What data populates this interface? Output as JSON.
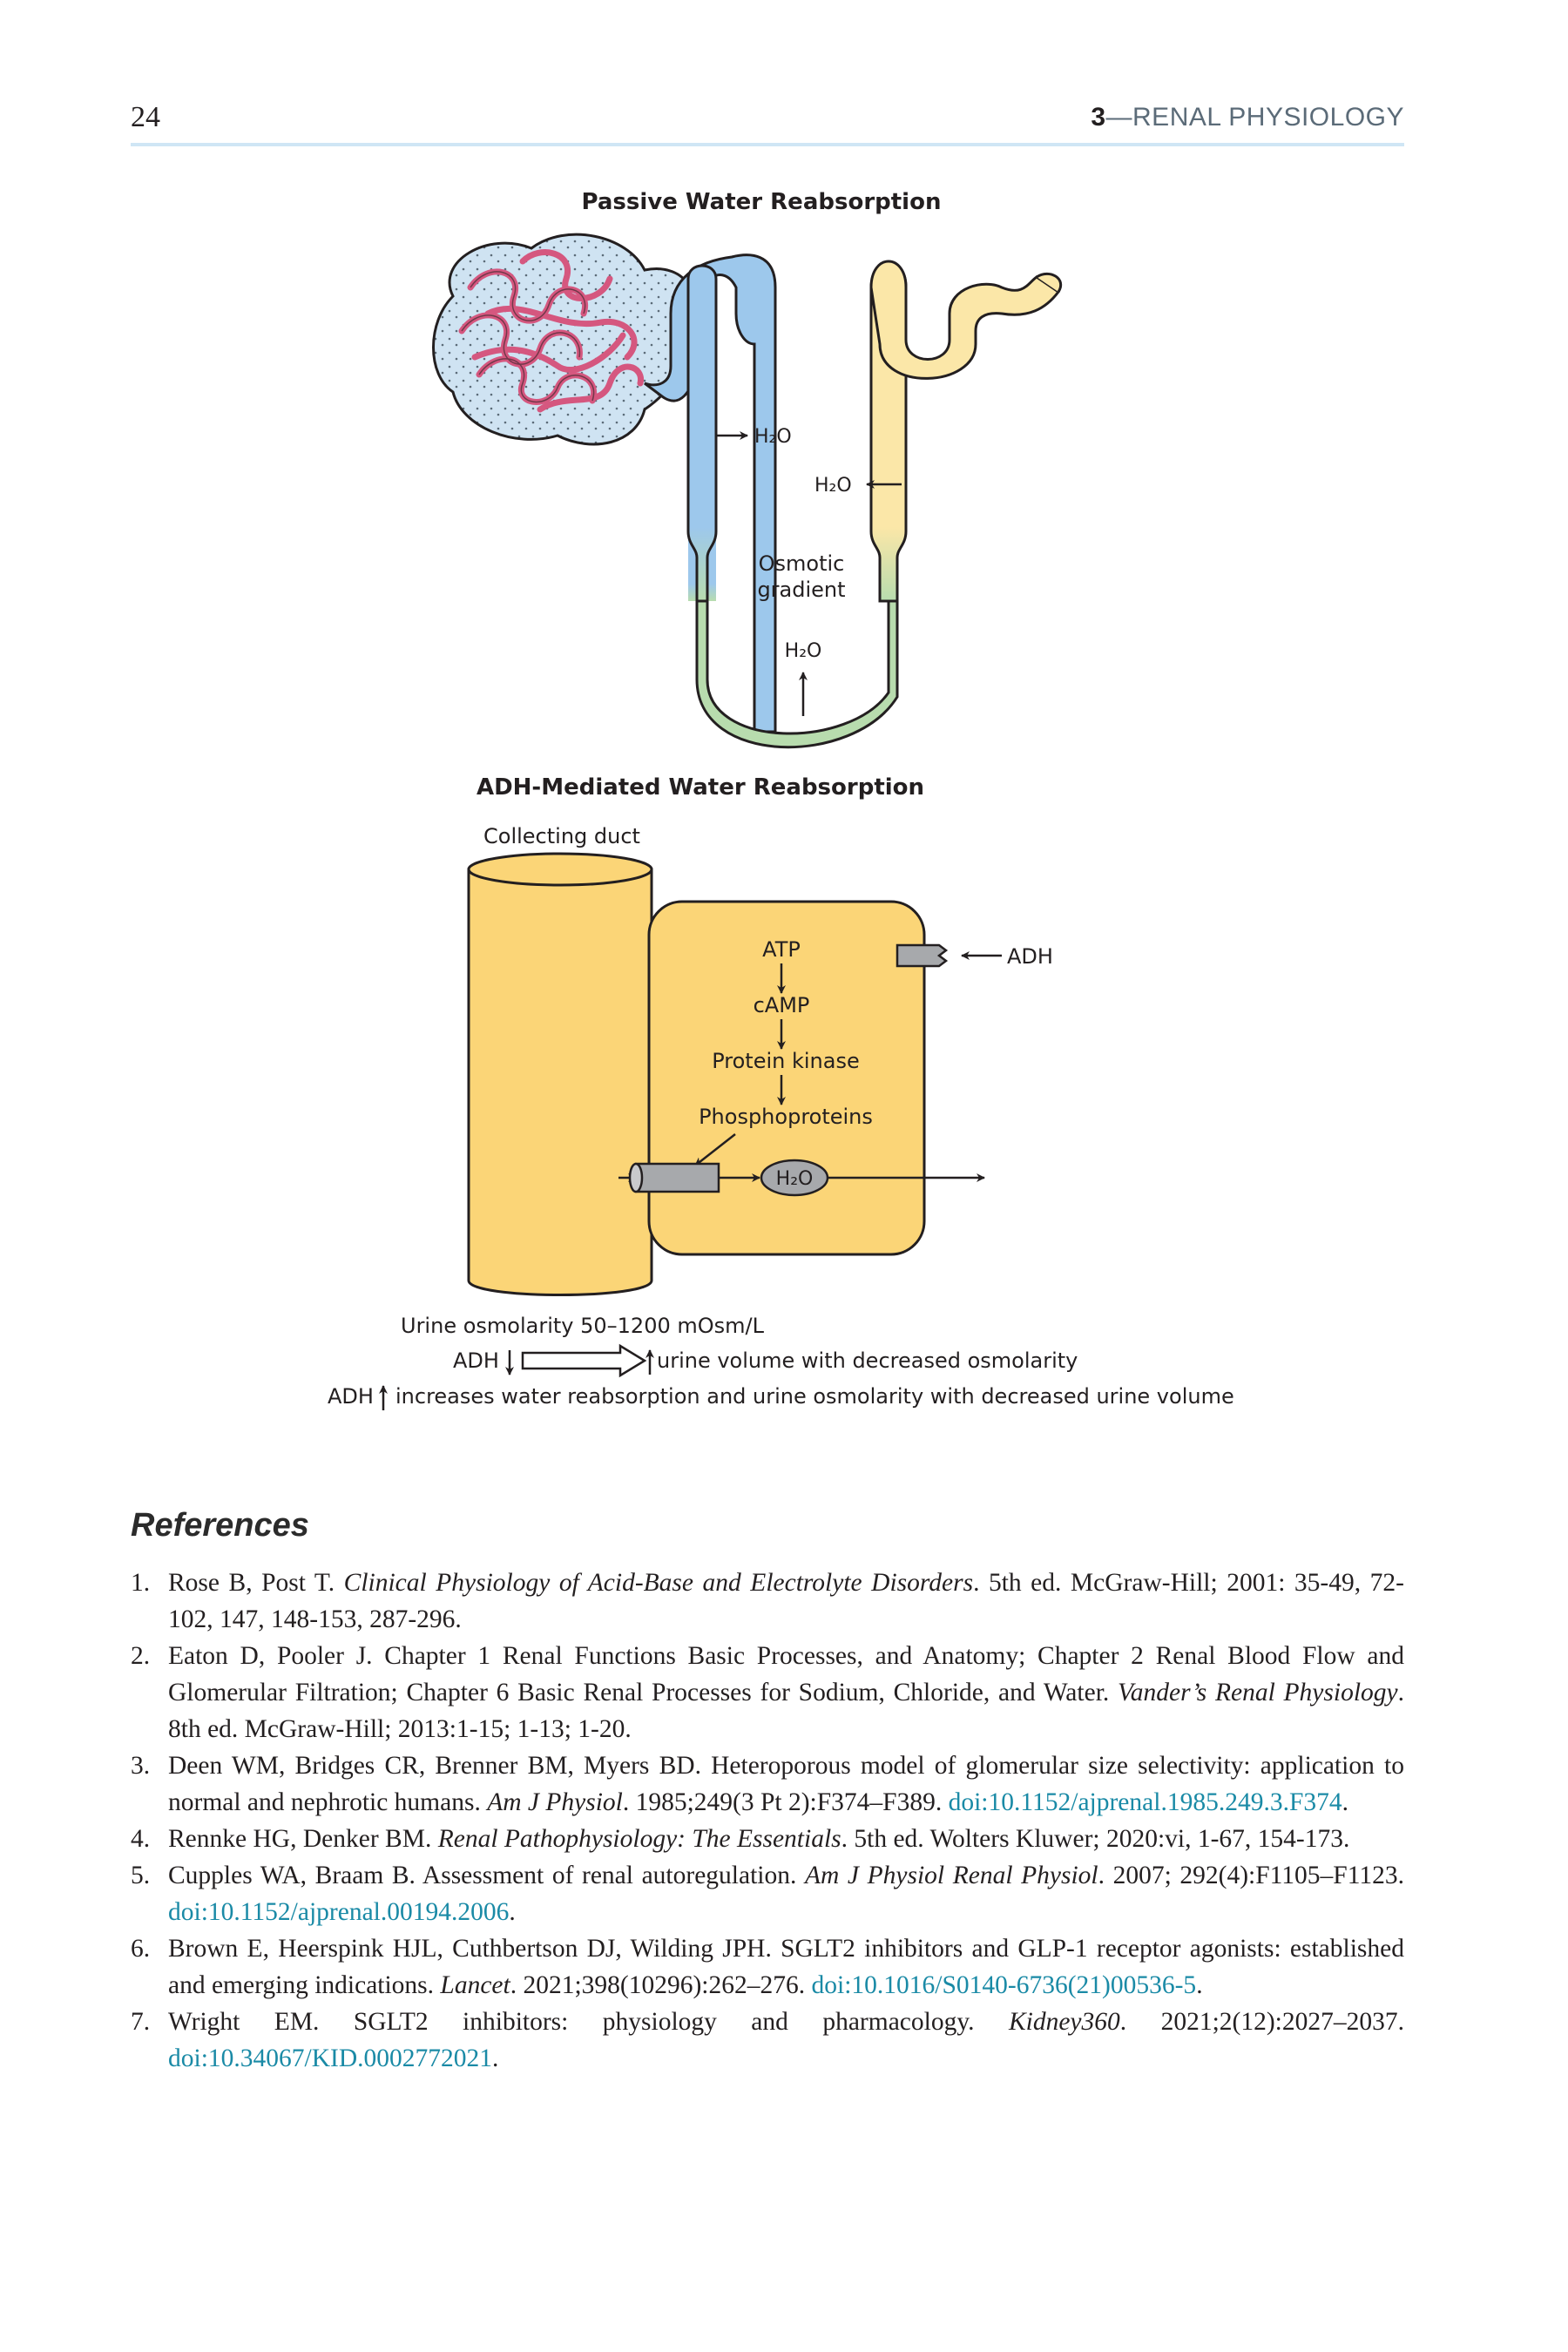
{
  "header": {
    "page_number": "24",
    "chapter_number": "3",
    "chapter_title": "—RENAL PHYSIOLOGY"
  },
  "figure": {
    "passive": {
      "title": "Passive Water Reabsorption",
      "h2o_descending": "H₂O",
      "h2o_ascending": "H₂O",
      "h2o_loop": "H₂O",
      "osmotic_line1": "Osmotic",
      "osmotic_line2": "gradient"
    },
    "adh": {
      "title": "ADH-Mediated Water Reabsorption",
      "duct_label": "Collecting duct",
      "cascade": [
        "ATP",
        "cAMP",
        "Protein kinase",
        "Phosphoproteins"
      ],
      "adh_label": "ADH",
      "channel_label": "H₂O",
      "caption_osmolarity": "Urine osmolarity 50–1200 mOsm/L",
      "caption_adh_down_prefix": "ADH",
      "caption_adh_down_text": "urine volume with decreased osmolarity",
      "caption_adh_up_prefix": "ADH",
      "caption_adh_up_text": "increases water reabsorption and urine osmolarity with decreased urine volume"
    },
    "colors": {
      "descending_limb": "#9dc8ec",
      "ascending_limb": "#fbe7a8",
      "loop_bottom": "#b8dcae",
      "glomerulus": "#d5577f",
      "capsule": "#cfe3f2",
      "duct_fill": "#fbd577",
      "channel": "#a7a9ac"
    }
  },
  "references": {
    "heading": "References",
    "items": [
      {
        "num": "1.",
        "pre": "Rose B, Post T. ",
        "journal": "Clinical Physiology of Acid-Base and Electrolyte Disorders",
        "post": ". 5th ed. McGraw-Hill; 2001: 35-49, 72-102, 147, 148-153, 287-296.",
        "doi": ""
      },
      {
        "num": "2.",
        "pre": "Eaton D, Pooler J. Chapter 1 Renal Functions Basic Processes, and Anatomy; Chapter 2 Renal Blood Flow and Glomerular Filtration; Chapter 6 Basic Renal Processes for Sodium, Chloride, and Water. ",
        "journal": "Vander’s Renal Physiology",
        "post": ". 8th ed. McGraw-Hill; 2013:1-15; 1-13; 1-20.",
        "doi": ""
      },
      {
        "num": "3.",
        "pre": "Deen WM, Bridges CR, Brenner BM, Myers BD. Heteroporous model of glomerular size selectivity: application to normal and nephrotic humans. ",
        "journal": "Am J Physiol",
        "post": ". 1985;249(3 Pt 2):F374–F389. ",
        "doi": "doi:10.1152/ajprenal.1985.249.3.F374"
      },
      {
        "num": "4.",
        "pre": "Rennke HG, Denker BM. ",
        "journal": "Renal Pathophysiology: The Essentials",
        "post": ". 5th ed. Wolters Kluwer; 2020:vi, 1-67, 154-173.",
        "doi": ""
      },
      {
        "num": "5.",
        "pre": "Cupples WA, Braam B. Assessment of renal autoregulation. ",
        "journal": "Am J Physiol Renal Physiol",
        "post": ". 2007; 292(4):F1105–F1123. ",
        "doi": "doi:10.1152/ajprenal.00194.2006"
      },
      {
        "num": "6.",
        "pre": "Brown E, Heerspink HJL, Cuthbertson DJ, Wilding JPH. SGLT2 inhibitors and GLP-1 receptor agonists: established and emerging indications. ",
        "journal": "Lancet",
        "post": ". 2021;398(10296):262–276. ",
        "doi": "doi:10.1016/S0140-6736(21)00536-5"
      },
      {
        "num": "7.",
        "pre": "Wright EM. SGLT2 inhibitors: physiology and pharmacology. ",
        "journal": "Kidney360",
        "post": ". 2021;2(12):2027–2037. ",
        "doi": "doi:10.34067/KID.0002772021"
      }
    ]
  }
}
